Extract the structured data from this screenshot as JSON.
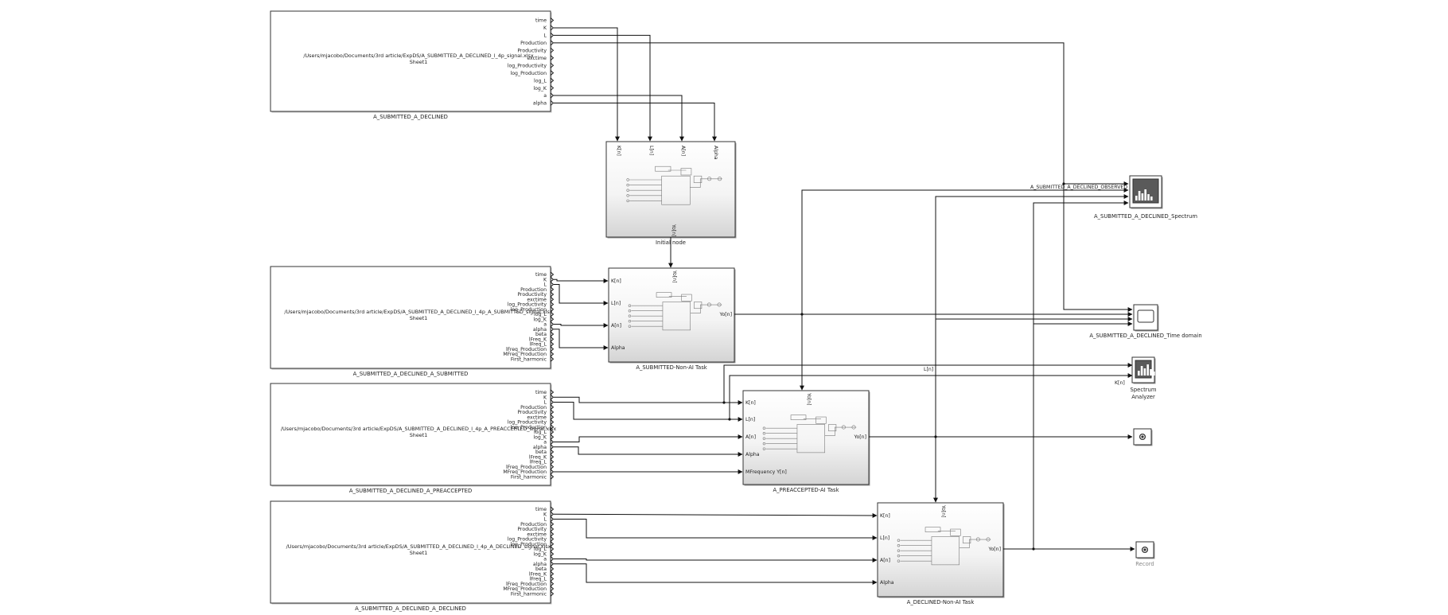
{
  "sources": [
    {
      "id": "src1",
      "name": "A_SUBMITTED_A_DECLINED",
      "file": "/Users/mjacobo/Documents/3rd article/ExpDS/A_SUBMITTED_A_DECLINED_l_4p_signal.xlsx",
      "sheet": "Sheet1",
      "ports": [
        "time",
        "K",
        "L",
        "Production",
        "Productivity",
        "exctime",
        "log_Productivity",
        "log_Production",
        "log_L",
        "log_K",
        "a",
        "alpha"
      ]
    },
    {
      "id": "src2",
      "name": "A_SUBMITTED_A_DECLINED_A_SUBMITTED",
      "file": "/Users/mjacobo/Documents/3rd article/ExpDS/A_SUBMITTED_A_DECLINED_l_4p_A_SUBMITTED_signal.xlsx",
      "sheet": "Sheet1",
      "ports": [
        "time",
        "K",
        "L",
        "Production",
        "Productivity",
        "exctime",
        "log_Productivity",
        "log_Production",
        "log_L",
        "log_K",
        "a",
        "alpha",
        "beta",
        "lFreq_K",
        "lFreq_L",
        "lFreq_Production",
        "MFreq_Production",
        "First_harmonic"
      ]
    },
    {
      "id": "src3",
      "name": "A_SUBMITTED_A_DECLINED_A_PREACCEPTED",
      "file": "/Users/mjacobo/Documents/3rd article/ExpDS/A_SUBMITTED_A_DECLINED_l_4p_A_PREACCEPTED_signal.xlsx",
      "sheet": "Sheet1",
      "ports": [
        "time",
        "K",
        "L",
        "Production",
        "Productivity",
        "exctime",
        "log_Productivity",
        "log_Production",
        "log_L",
        "log_K",
        "a",
        "alpha",
        "beta",
        "lFreq_K",
        "lFreq_L",
        "lFreq_Production",
        "MFreq_Production",
        "First_harmonic"
      ]
    },
    {
      "id": "src4",
      "name": "A_SUBMITTED_A_DECLINED_A_DECLINED",
      "file": "/Users/mjacobo/Documents/3rd article/ExpDS/A_SUBMITTED_A_DECLINED_l_4p_A_DECLINED_signal.xlsx",
      "sheet": "Sheet1",
      "ports": [
        "time",
        "K",
        "L",
        "Production",
        "Productivity",
        "exctime",
        "log_Productivity",
        "log_Production",
        "log_L",
        "log_K",
        "a",
        "alpha",
        "beta",
        "lFreq_K",
        "lFreq_L",
        "lFreq_Production",
        "MFreq_Production",
        "First_harmonic"
      ]
    }
  ],
  "subsystems": [
    {
      "id": "initial",
      "name": "Initial node",
      "top_inputs": [
        "K[n]",
        "L[n]",
        "A[n]",
        "Alpha"
      ],
      "bottom_output": "Yo[n]"
    },
    {
      "id": "submitted",
      "name": "A_SUBMITTED-Non-AI Task",
      "top_input": "Yo[n]",
      "left_inputs": [
        "K[n]",
        "L[n]",
        "A[n]",
        "Alpha"
      ],
      "right_output": "Yo[n]"
    },
    {
      "id": "preaccepted",
      "name": "A_PREACCEPTED-AI Task",
      "top_input": "Yo[n]",
      "left_inputs": [
        "K[n]",
        "L[n]",
        "A[n]",
        "Alpha",
        "MFrequency Y[n]"
      ],
      "right_output": "Yo[n]"
    },
    {
      "id": "declined",
      "name": "A_DECLINED-Non-AI Task",
      "top_input": "Yo[n]",
      "left_inputs": [
        "K[n]",
        "L[n]",
        "A[n]",
        "Alpha"
      ],
      "right_output": "Yo[n]"
    }
  ],
  "sinks": [
    {
      "id": "spectrum1",
      "name": "A_SUBMITTED_A_DECLINED_Spectrum",
      "icon": "spectrum-analyzer-icon"
    },
    {
      "id": "timedomain",
      "name": "A_SUBMITTED_A_DECLINED_Time domain",
      "icon": "scope-icon"
    },
    {
      "id": "spectrum2",
      "name": "Spectrum Analyzer",
      "icon": "spectrum-analyzer-icon"
    },
    {
      "id": "terminator",
      "name": "",
      "icon": "terminator-icon"
    },
    {
      "id": "record",
      "name": "Record",
      "icon": "record-icon"
    }
  ],
  "signal_labels": {
    "observed": "A_SUBMITTED_A_DECLINED_OBSERVED",
    "ln": "L[n]",
    "kn": "K[n]"
  },
  "colors": {
    "line": "#111111",
    "block_border": "#333333",
    "gradient_top": "#ffffff",
    "gradient_bottom": "#d6d6d6",
    "record_label": "#888888"
  }
}
